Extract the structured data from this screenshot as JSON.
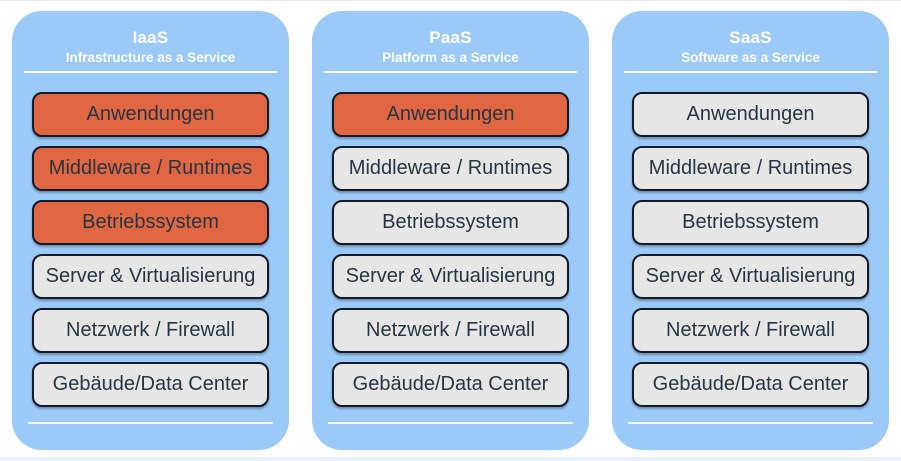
{
  "colors": {
    "panel_bg": "#9ccaf8",
    "box_orange": "#e06742",
    "box_gray": "#e6e6e6",
    "box_border": "#161a26",
    "box_text": "#253544",
    "header_text": "#ffffff",
    "edge_strip": "#e4f1fc"
  },
  "panels": [
    {
      "id": "iaas",
      "title": "IaaS",
      "subtitle": "Infrastructure as a Service",
      "layers": [
        {
          "label": "Anwendungen",
          "variant": "orange"
        },
        {
          "label": "Middleware / Runtimes",
          "variant": "orange"
        },
        {
          "label": "Betriebssystem",
          "variant": "orange"
        },
        {
          "label": "Server & Virtualisierung",
          "variant": "gray"
        },
        {
          "label": "Netzwerk / Firewall",
          "variant": "gray"
        },
        {
          "label": "Gebäude/Data Center",
          "variant": "gray"
        }
      ]
    },
    {
      "id": "paas",
      "title": "PaaS",
      "subtitle": "Platform as a Service",
      "layers": [
        {
          "label": "Anwendungen",
          "variant": "orange"
        },
        {
          "label": "Middleware / Runtimes",
          "variant": "gray"
        },
        {
          "label": "Betriebssystem",
          "variant": "gray"
        },
        {
          "label": "Server & Virtualisierung",
          "variant": "gray"
        },
        {
          "label": "Netzwerk / Firewall",
          "variant": "gray"
        },
        {
          "label": "Gebäude/Data Center",
          "variant": "gray"
        }
      ]
    },
    {
      "id": "saas",
      "title": "SaaS",
      "subtitle": "Software as a Service",
      "layers": [
        {
          "label": "Anwendungen",
          "variant": "gray"
        },
        {
          "label": "Middleware / Runtimes",
          "variant": "gray"
        },
        {
          "label": "Betriebssystem",
          "variant": "gray"
        },
        {
          "label": "Server & Virtualisierung",
          "variant": "gray"
        },
        {
          "label": "Netzwerk / Firewall",
          "variant": "gray"
        },
        {
          "label": "Gebäude/Data Center",
          "variant": "gray"
        }
      ]
    }
  ]
}
